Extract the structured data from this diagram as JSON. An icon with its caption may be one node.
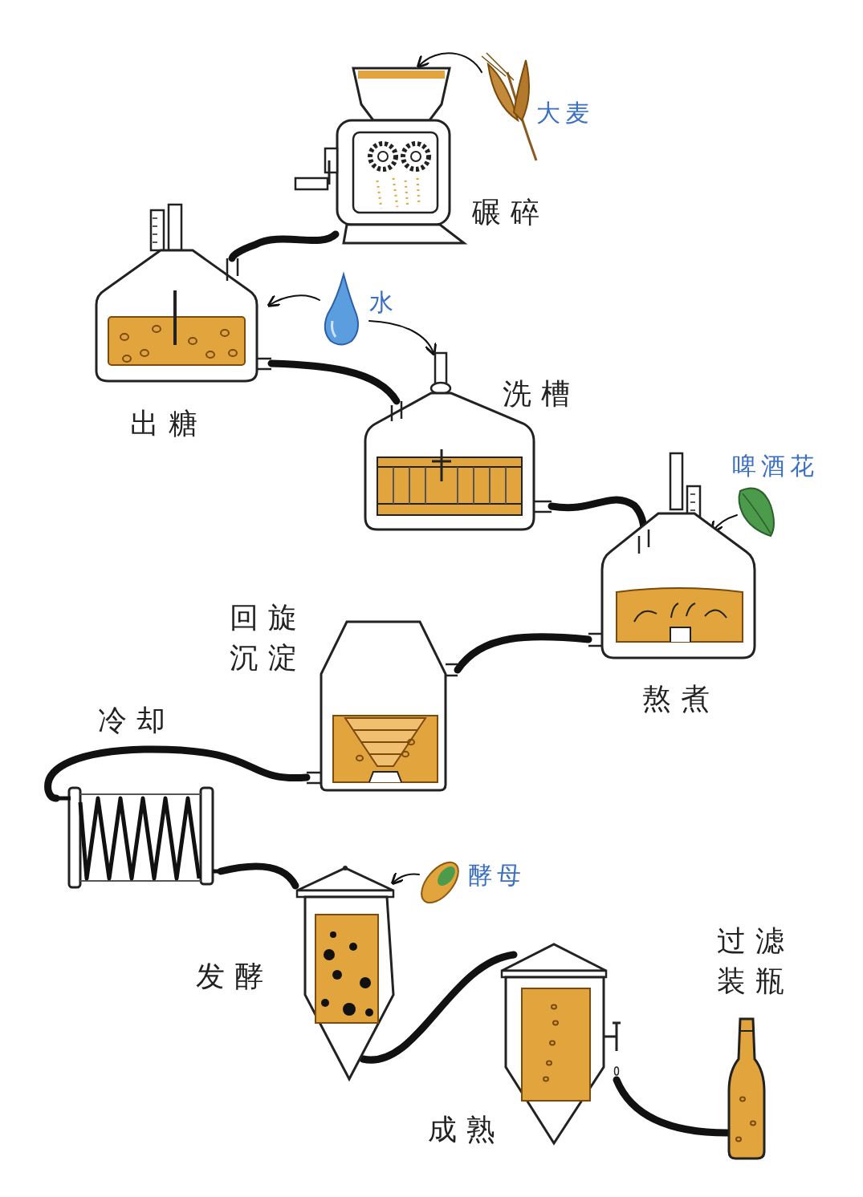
{
  "diagram": {
    "nodes": [
      {
        "text": [],
        "shape": "picture",
        "beside": [
          "碾碎"
        ]
      },
      {
        "text": [],
        "shape": "picture",
        "beside": [
          "大麦"
        ]
      },
      {
        "text": [],
        "shape": "picture",
        "beside": [
          "出糖"
        ]
      },
      {
        "text": [],
        "shape": "picture",
        "beside": [
          "水"
        ]
      },
      {
        "text": [],
        "shape": "picture",
        "beside": [
          "洗槽"
        ]
      },
      {
        "text": [],
        "shape": "picture",
        "beside": [
          "啤酒花"
        ]
      },
      {
        "text": [],
        "shape": "picture",
        "beside": [
          "熬煮"
        ]
      },
      {
        "text": [],
        "shape": "picture",
        "beside": [
          "回旋沉淀"
        ]
      },
      {
        "text": [],
        "shape": "picture",
        "beside": [
          "冷却"
        ]
      },
      {
        "text": [],
        "shape": "picture",
        "beside": [
          "酵母"
        ]
      },
      {
        "text": [],
        "shape": "picture",
        "beside": [
          "发酵"
        ]
      },
      {
        "text": [],
        "shape": "picture",
        "beside": [
          "成熟"
        ]
      },
      {
        "text": [],
        "shape": "picture",
        "beside": [
          "过滤装瓶"
        ]
      }
    ],
    "edges": [
      {
        "from": 1,
        "to": 0,
        "arrow": "to"
      },
      {
        "from": 0,
        "to": 2,
        "arrow": "none"
      },
      {
        "from": 3,
        "to": 2,
        "arrow": "to"
      },
      {
        "from": 3,
        "to": 4,
        "arrow": "to"
      },
      {
        "from": 2,
        "to": 4,
        "arrow": "none"
      },
      {
        "from": 4,
        "to": 6,
        "arrow": "none"
      },
      {
        "from": 5,
        "to": 6,
        "arrow": "to"
      },
      {
        "from": 6,
        "to": 7,
        "arrow": "none"
      },
      {
        "from": 7,
        "to": 8,
        "arrow": "none"
      },
      {
        "from": 8,
        "to": 10,
        "arrow": "none"
      },
      {
        "from": 9,
        "to": 10,
        "arrow": "to"
      },
      {
        "from": 10,
        "to": 11,
        "arrow": "none"
      },
      {
        "from": 11,
        "to": 12,
        "arrow": "none"
      }
    ]
  }
}
